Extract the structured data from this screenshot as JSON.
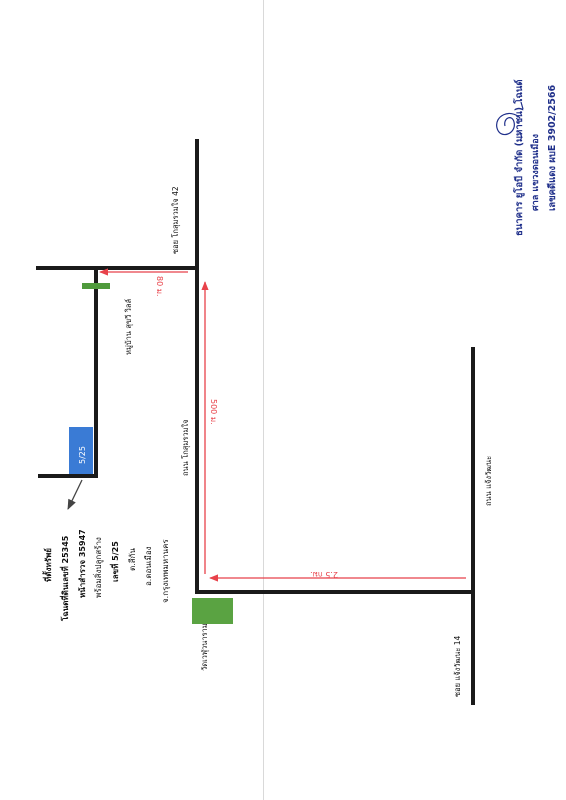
{
  "header": {
    "line1": "ธนาคาร ยูโอบี จำกัด (มหาชน) โฉนด์",
    "line2": "ศาล แขวงดอนเมือง",
    "line3": "เลขคดีแดง ผบE 3902/2566"
  },
  "roads": {
    "soi_42": "ซอย โกสุมรวมใจ 42",
    "road_kosum": "ถนน โกสุมรวมใจ",
    "road_chaengwattana": "ถนน แจ้งวัฒนะ",
    "soi_14": "ซอย แจ้งวัฒนะ 14"
  },
  "distances": {
    "d80": "80 ม.",
    "d500": "500 ม.",
    "d2_5": "2.5 กม."
  },
  "landmarks": {
    "village": "หมู่บ้าน สุขวี วิลล์",
    "temple": "วัดเวฬุวนาราม",
    "house_no": "5/25"
  },
  "property": {
    "title": "ที่ตั้งทรัพย์",
    "line1": "โฉนดที่ดินเลขที่ 25345",
    "line2": "หน้าสำรวจ 35947",
    "line3": "พร้อมสิ่งปลูกสร้าง",
    "line4": "เลขที่ 5/25",
    "line5": "ต.สีกัน",
    "line6": "อ.ดอนเมือง",
    "line7": "จ.กรุงเทพมหานคร"
  },
  "colors": {
    "road": "#1a1a1a",
    "distance": "#e8424a",
    "house": "#3a7bd5",
    "temple": "#5aa342",
    "village_marker": "#4f9a3c",
    "header_text": "#1f2f8a"
  }
}
